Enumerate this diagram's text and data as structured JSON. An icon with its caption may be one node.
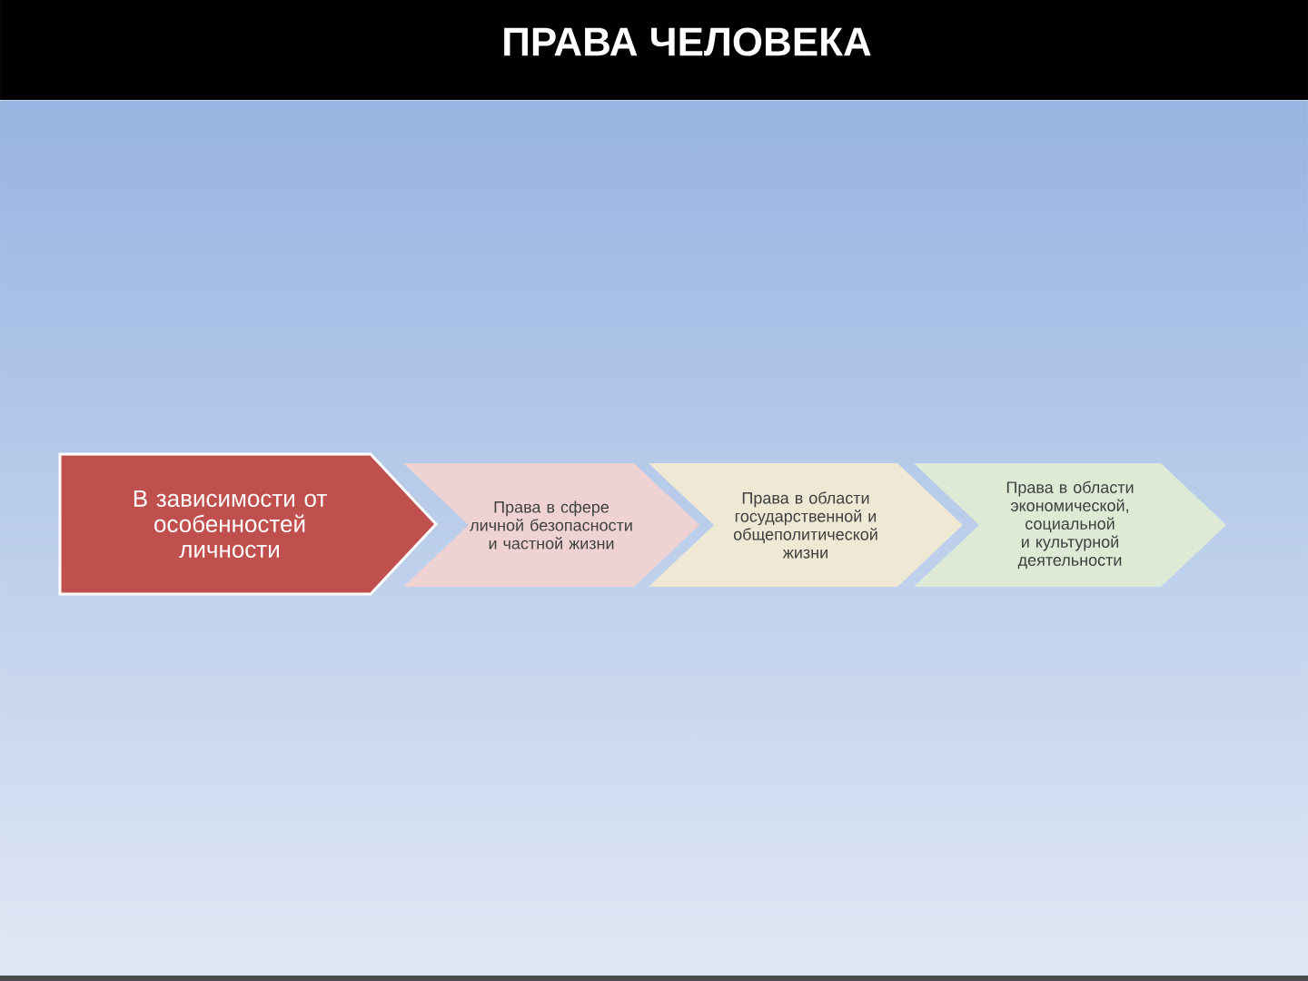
{
  "diagram": {
    "title": "ПРАВА ЧЕЛОВЕКА",
    "nodes": [
      {
        "text": [
          "В зависимости от особенностей личности"
        ]
      },
      {
        "text": [
          "Права в сфере личной безопасности и частной жизни"
        ]
      },
      {
        "text": [
          "Права в области государственной и общеполитической жизни"
        ]
      },
      {
        "text": [
          "Права в области экономической, социальной и культурной деятельности"
        ]
      }
    ]
  }
}
